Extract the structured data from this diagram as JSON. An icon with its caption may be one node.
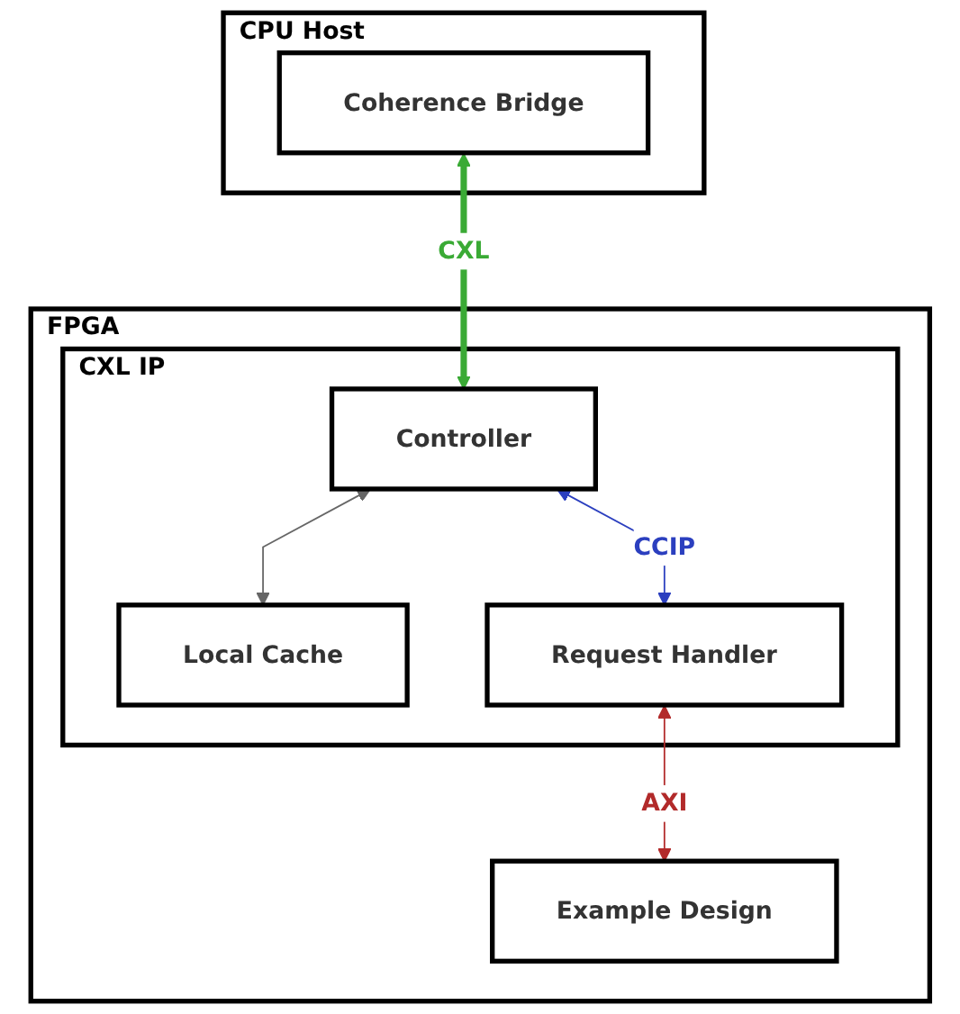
{
  "diagram": {
    "nodes": [
      {
        "text": [
          "CPU Host"
        ]
      },
      {
        "text": [
          "Coherence Bridge"
        ],
        "in": 0
      },
      {
        "text": [
          "FPGA"
        ]
      },
      {
        "text": [
          "CXL IP"
        ],
        "in": 2
      },
      {
        "text": [
          "Controller"
        ],
        "in": 3
      },
      {
        "text": [
          "Local Cache"
        ],
        "in": 3
      },
      {
        "text": [
          "Request Handler"
        ],
        "in": 3
      },
      {
        "text": [
          "Example Design"
        ],
        "in": 2
      }
    ],
    "edges": [
      {
        "from": 1,
        "to": 4,
        "arrow": "both",
        "label": "CXL",
        "style": "thick",
        "color": "#3aaa35"
      },
      {
        "from": 4,
        "to": 5,
        "arrow": "both",
        "color": "#666666"
      },
      {
        "from": 4,
        "to": 6,
        "arrow": "both",
        "label": "CCIP",
        "color": "#2b3fbf"
      },
      {
        "from": 6,
        "to": 7,
        "arrow": "both",
        "label": "AXI",
        "color": "#b22a2a"
      }
    ]
  }
}
